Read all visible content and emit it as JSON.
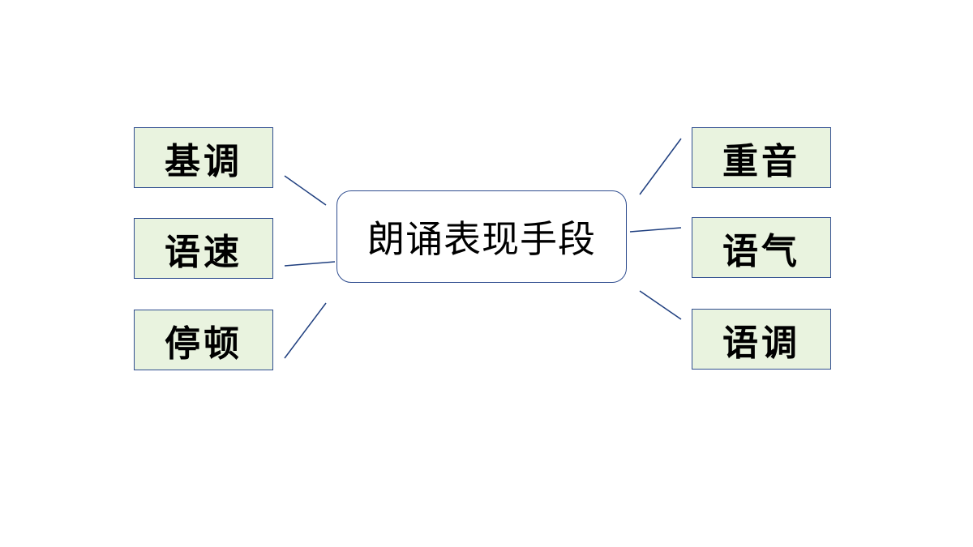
{
  "diagram": {
    "center": {
      "label": "朗诵表现手段"
    },
    "left_nodes": [
      {
        "label": "基调"
      },
      {
        "label": "语速"
      },
      {
        "label": "停顿"
      }
    ],
    "right_nodes": [
      {
        "label": "重音"
      },
      {
        "label": "语气"
      },
      {
        "label": "语调"
      }
    ],
    "colors": {
      "border": "#2f4d8f",
      "leaf_fill": "#e9f3df",
      "connector": "#1f3f7f"
    }
  }
}
